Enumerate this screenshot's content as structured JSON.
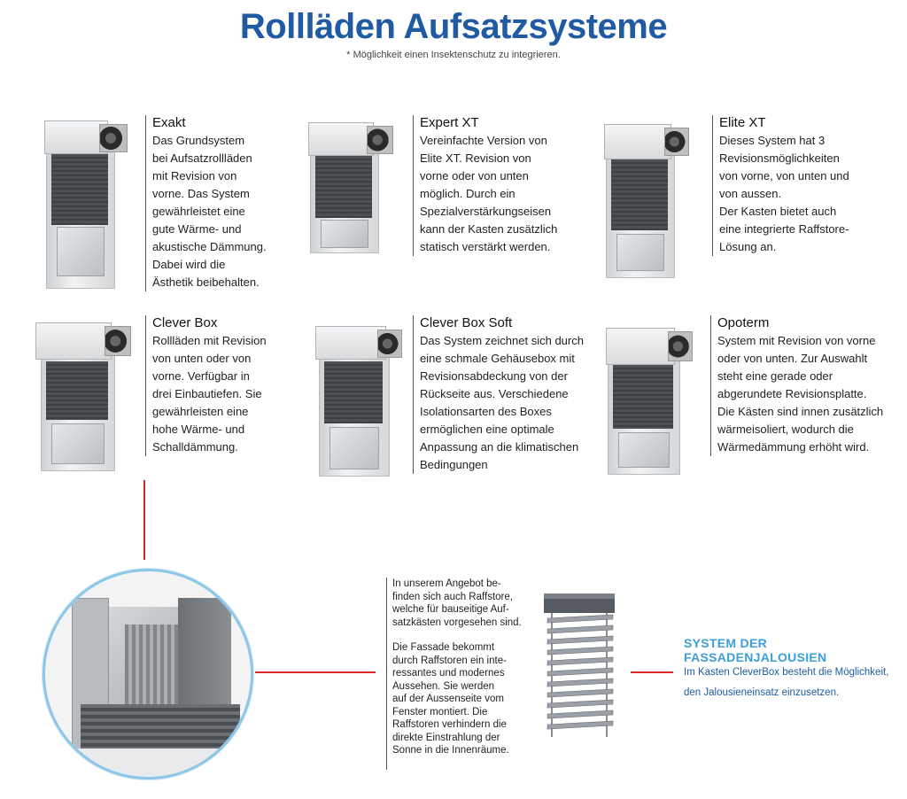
{
  "header": {
    "title": "Rollläden Aufsatzsysteme",
    "subtitle": "* Möglichkeit einen Insektenschutz zu integrieren."
  },
  "products": [
    {
      "name": "Exakt",
      "description": "Das Grundsystem\nbei Aufsatzrollläden\nmit Revision von\nvorne. Das System\ngewährleistet eine\ngute Wärme- und\nakustische Dämmung.\nDabei wird die\nÄsthetik beibehalten."
    },
    {
      "name": "Expert XT",
      "description": "Vereinfachte Version von\nElite XT. Revision von\nvorne oder von unten\nmöglich. Durch ein\nSpezialverstärkungseisen\nkann der Kasten zusätzlich\nstatisch verstärkt werden."
    },
    {
      "name": "Elite XT",
      "description": "Dieses System hat 3\nRevisionsmöglichkeiten\nvon vorne, von unten und\nvon aussen.\nDer Kasten bietet auch\neine integrierte Raffstore-\nLösung an."
    },
    {
      "name": "Clever Box",
      "description": "Rollläden mit Revision\nvon unten oder von\nvorne. Verfügbar in\ndrei Einbautiefen. Sie\ngewährleisten eine\nhohe Wärme- und\nSchalldämmung."
    },
    {
      "name": "Clever Box Soft",
      "description": "Das System zeichnet sich durch\neine schmale Gehäusebox mit\nRevisionsabdeckung von der\nRückseite aus. Verschiedene\nIsolationsarten des Boxes\nermöglichen eine optimale\nAnpassung an die klimatischen\nBedingungen"
    },
    {
      "name": "Opoterm",
      "description": "System mit Revision von vorne\noder von unten. Zur Auswahlt\nsteht eine gerade oder\nabgerundete Revisionsplatte.\nDie Kästen sind innen zusätzlich\nwärmeisoliert, wodurch die\nWärmedämmung erhöht wird."
    }
  ],
  "raffstore": {
    "paragraph1": "In unserem Angebot be-\nfinden sich auch Raffstore,\nwelche für bauseitige Auf-\nsatzkästen vorgesehen sind.",
    "paragraph2": "Die Fassade bekommt\ndurch Raffstoren ein inte-\nressantes und modernes\nAussehen. Sie werden\nauf der Aussenseite vom\nFenster montiert. Die\nRaffstoren verhindern die\ndirekte Einstrahlung der\nSonne in die Innenräume."
  },
  "system": {
    "title": "SYSTEM DER FASSADENJALOUSIEN",
    "description": "Im Kasten CleverBox besteht die Möglichkeit,\nden Jalousieneinsatz einzusetzen."
  },
  "colors": {
    "title": "#1f5aa3",
    "accent_line": "#d62828",
    "system_title": "#3ca0d8",
    "circle_border": "#8cc7e8"
  }
}
